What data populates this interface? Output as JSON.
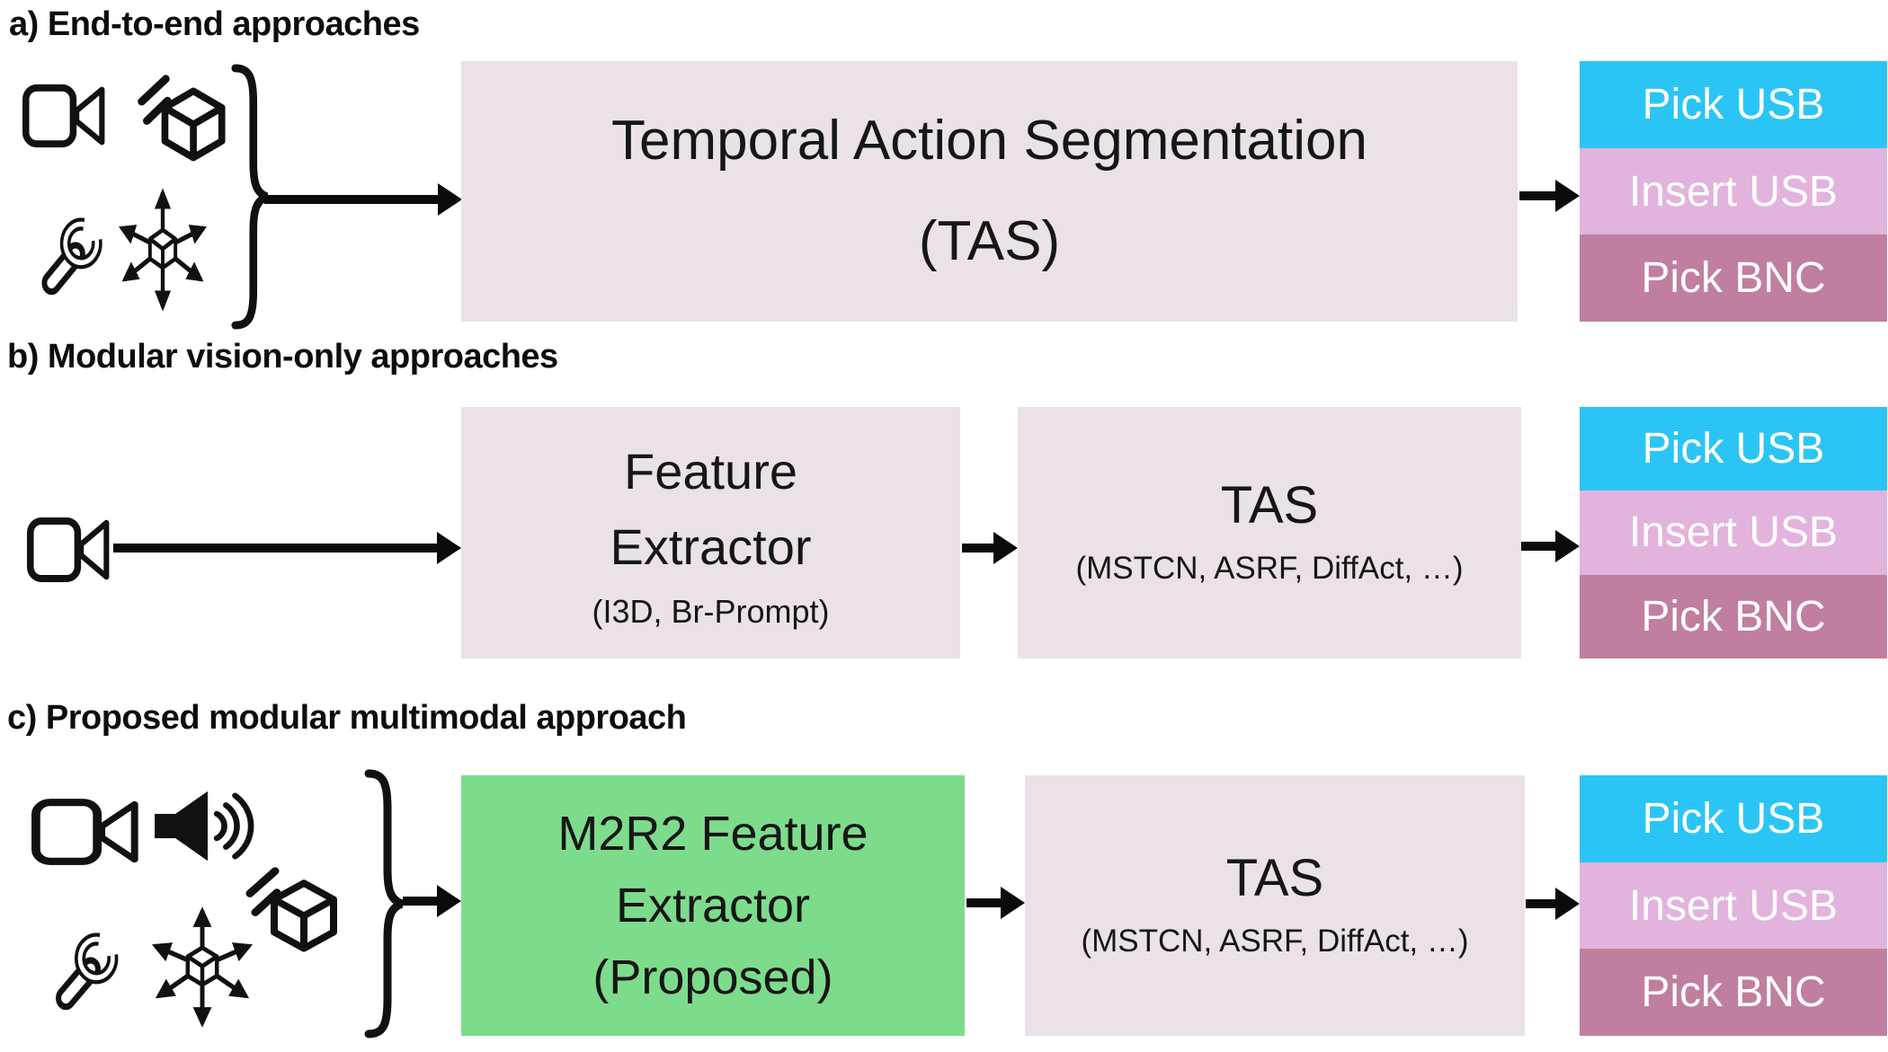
{
  "sections": {
    "a": {
      "title": "a) End-to-end approaches",
      "tas_box": {
        "line1": "Temporal Action Segmentation",
        "line2": "(TAS)"
      }
    },
    "b": {
      "title": "b) Modular vision-only approaches",
      "feature_box": {
        "line1": "Feature",
        "line2": "Extractor",
        "subtitle": "(I3D, Br-Prompt)"
      },
      "tas_box": {
        "title": "TAS",
        "subtitle": "(MSTCN, ASRF, DiffAct, …)"
      }
    },
    "c": {
      "title": "c) Proposed modular multimodal approach",
      "m2r2_box": {
        "line1": "M2R2 Feature",
        "line2": "Extractor",
        "line3": "(Proposed)"
      },
      "tas_box": {
        "title": "TAS",
        "subtitle": "(MSTCN, ASRF, DiffAct, …)"
      }
    }
  },
  "outputs": {
    "first": "Pick USB",
    "second": "Insert USB",
    "third": "Pick BNC"
  },
  "colors": {
    "module_box_bg": "#EAE2E8",
    "proposed_box_bg": "#7DDC8C",
    "output_pick_usb": "#2BC5F5",
    "output_insert_usb": "#E2B3DD",
    "output_pick_bnc": "#C07F9E"
  },
  "icons": {
    "camera": "video-camera-icon",
    "audio": "speaker-icon",
    "object_motion": "moving-cube-icon",
    "tool": "wrench-icon",
    "pose": "six-dof-arrows-icon",
    "brace": "curly-brace",
    "arrow": "right-arrow"
  }
}
